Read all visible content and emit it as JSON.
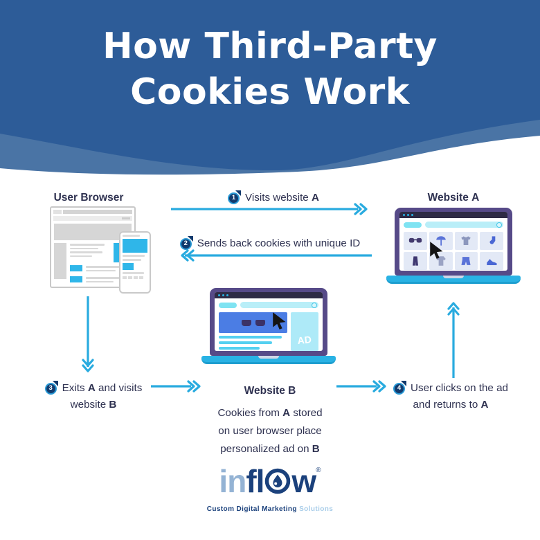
{
  "header": {
    "title_line1": "How Third-Party",
    "title_line2": "Cookies Work",
    "bg_dark": "#2d5c98",
    "bg_light": "#4a74a5"
  },
  "palette": {
    "arrow_cyan": "#29abdf",
    "text_navy": "#2e3150",
    "laptop_frame_purple": "#564a88",
    "screen_topbar": "#2e2b45",
    "cyan": "#29b2e4",
    "light_cyan": "#aeeaf8",
    "tile_bg": "#e3e9f6",
    "ad_banner_blue": "#4b7de4",
    "badge_fill": "#123a6d",
    "badge_ring": "#2a9ad6"
  },
  "nodes": {
    "user_browser_label": "User Browser",
    "website_a_text": "Website ",
    "website_a_letter": "A",
    "website_b_text": "Website ",
    "website_b_letter": "B",
    "website_b_caption": {
      "t1": "Cookies from ",
      "b1": "A",
      "t2": " stored",
      "t3": "on user browser place",
      "t4": "personalized ad on ",
      "b2": "B"
    },
    "ad_box_label": "AD"
  },
  "steps": {
    "s1": {
      "num": "1",
      "t1": "Visits website ",
      "b1": "A"
    },
    "s2": {
      "num": "2",
      "t1": "Sends back cookies with unique ID"
    },
    "s3": {
      "num": "3",
      "t1": "Exits ",
      "b1": "A",
      "t2": " and visits",
      "t3": "website ",
      "b2": "B"
    },
    "s4": {
      "num": "4",
      "t1": "User clicks on the ad",
      "t2": "and returns to ",
      "b1": "A"
    }
  },
  "logo": {
    "part_light": "in",
    "part_dark_fl": "fl",
    "part_dark_w": "w",
    "trademark": "®",
    "tagline_dark": "Custom Digital Marketing ",
    "tagline_light": "Solutions"
  }
}
